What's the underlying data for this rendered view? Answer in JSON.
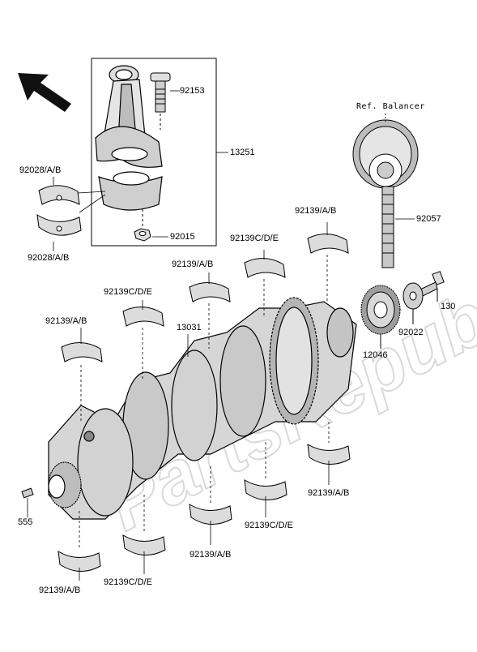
{
  "labels": {
    "bolt_92153": "92153",
    "assembly_13251": "13251",
    "bearing_top_92028": "92028/A/B",
    "bearing_bottom_92028": "92028/A/B",
    "nut_92015": "92015",
    "ref_balancer": "Ref. Balancer",
    "chain_92057": "92057",
    "bearing_92139ab_upper_right": "92139/A/B",
    "bearing_92139cde_upper_right": "92139C/D/E",
    "bearing_92139ab_upper_mid": "92139/A/B",
    "bolt_130": "130",
    "bearing_92139cde_upper_mid": "92139C/D/E",
    "crankshaft_13031": "13031",
    "bearing_92139ab_upper_left": "92139/A/B",
    "washer_92022": "92022",
    "gear_12046": "12046",
    "pin_555": "555",
    "bearing_92139ab_lower_right": "92139/A/B",
    "bearing_92139cde_lower_right": "92139C/D/E",
    "bearing_92139ab_lower_mid": "92139/A/B",
    "bearing_92139cde_lower_left": "92139C/D/E",
    "bearing_92139ab_lower_left": "92139/A/B"
  },
  "watermark": "PartsRepublik"
}
